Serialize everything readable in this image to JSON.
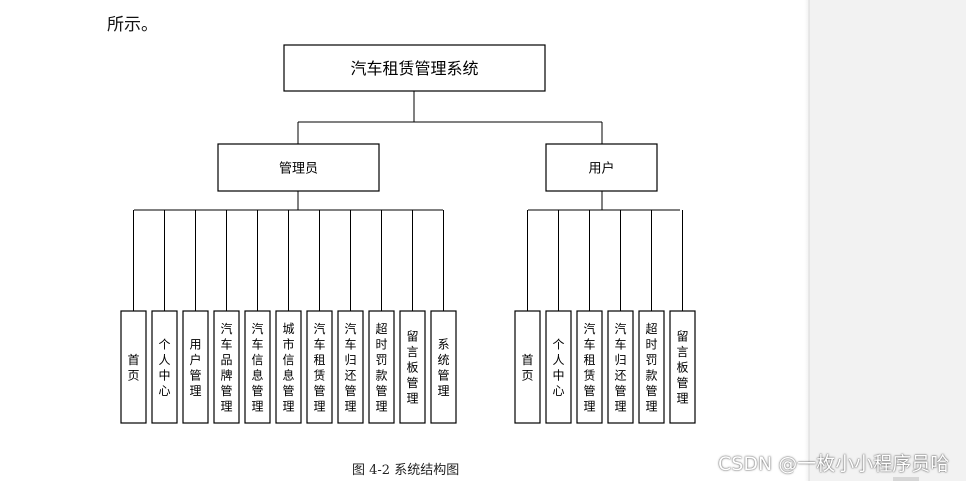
{
  "intro": {
    "text": "所示。"
  },
  "diagram": {
    "root": {
      "label": "汽车租赁管理系统"
    },
    "branches": [
      {
        "label": "管理员",
        "children": [
          "首页",
          "个人中心",
          "用户管理",
          "汽车品牌管理",
          "汽车信息管理",
          "城市信息管理",
          "汽车租赁管理",
          "汽车归还管理",
          "超时罚款管理",
          "留言板管理",
          "系统管理"
        ]
      },
      {
        "label": "用户",
        "children": [
          "首页",
          "个人中心",
          "汽车租赁管理",
          "汽车归还管理",
          "超时罚款管理",
          "留言板管理"
        ]
      }
    ]
  },
  "caption": {
    "text": "图 4-2  系统结构图"
  },
  "watermark": {
    "text": "CSDN @一枚小小程序员哈"
  }
}
